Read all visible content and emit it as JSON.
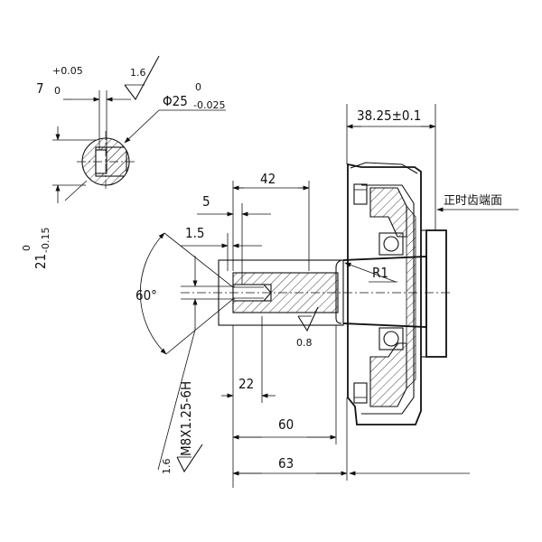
{
  "drawing": {
    "keyway_width": "7",
    "keyway_width_tol_upper": "+0.05",
    "keyway_width_tol_lower": "0",
    "roughness_top": "1.6",
    "shaft_diameter": "Φ25",
    "shaft_diameter_tol_upper": "0",
    "shaft_diameter_tol_lower": "-0.025",
    "keyway_depth": "21",
    "keyway_depth_tol_upper": "0",
    "keyway_depth_tol_lower": "-0.15",
    "dim_flange": "38.25±0.1",
    "timing_face_note": "正时齿端面",
    "dim_42": "42",
    "dim_5": "5",
    "dim_1_5": "1.5",
    "radius": "R1",
    "angle": "60°",
    "roughness_mid": "0.8",
    "thread": "M8X1.25-6H",
    "dim_22": "22",
    "dim_60": "60",
    "dim_63": "63",
    "roughness_bottom": "1.6"
  }
}
